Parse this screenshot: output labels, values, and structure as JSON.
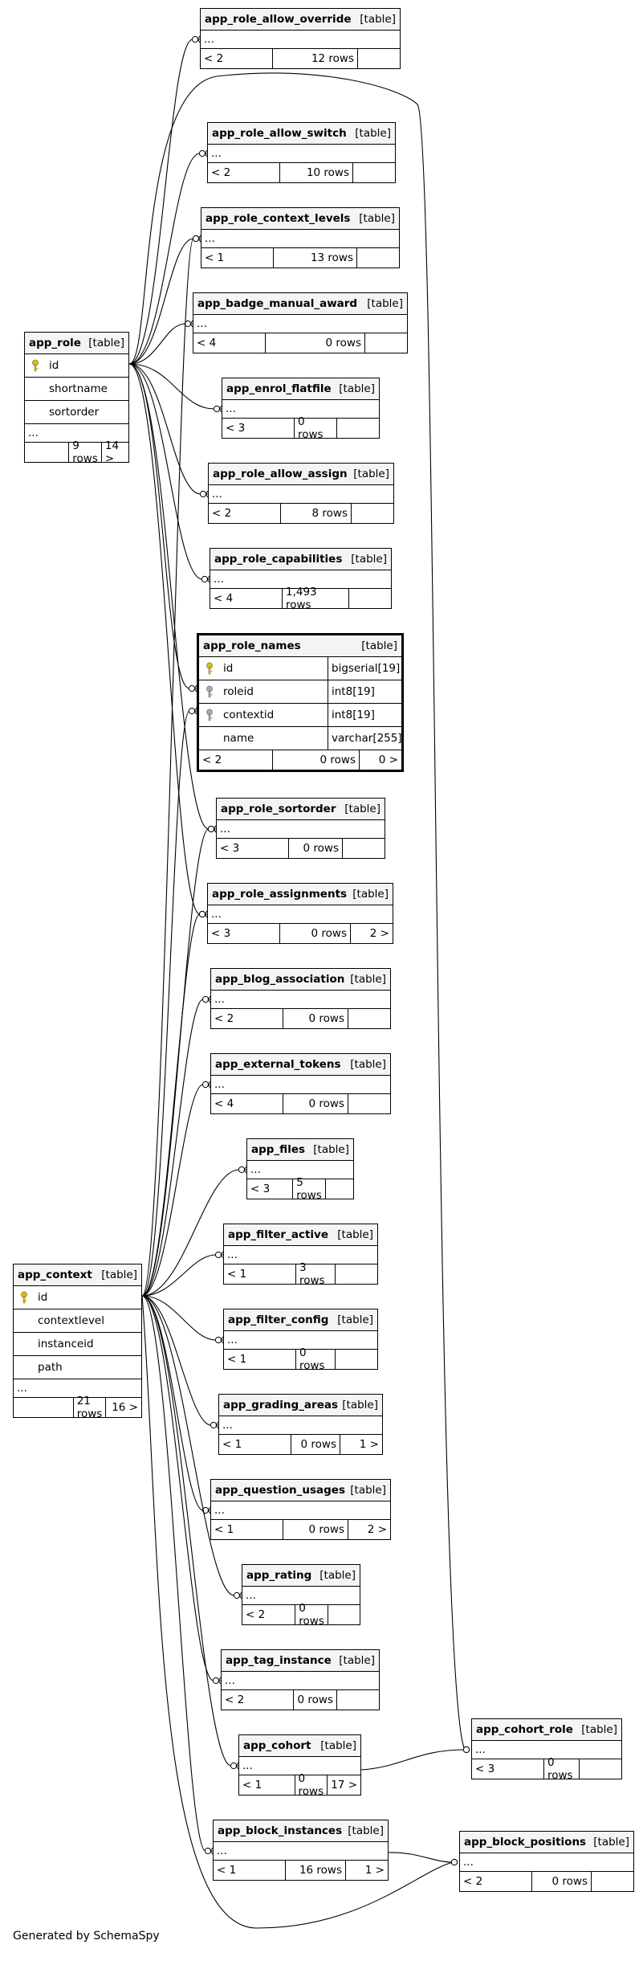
{
  "diagram": {
    "credit": "Generated by SchemaSpy",
    "focus_table": {
      "name": "app_role_names",
      "kind": "[table]",
      "columns": [
        {
          "name": "id",
          "type": "bigserial[19]",
          "key": "primary"
        },
        {
          "name": "roleid",
          "type": "int8[19]",
          "key": "foreign"
        },
        {
          "name": "contextid",
          "type": "int8[19]",
          "key": "foreign"
        },
        {
          "name": "name",
          "type": "varchar[255]",
          "key": ""
        }
      ],
      "parents": "< 2",
      "rows": "0 rows",
      "children": "0 >"
    },
    "parent_tables": [
      {
        "name": "app_role",
        "kind": "[table]",
        "columns": [
          {
            "name": "id",
            "key": "primary"
          },
          {
            "name": "shortname",
            "key": ""
          },
          {
            "name": "sortorder",
            "key": ""
          }
        ],
        "more": "...",
        "parents": "",
        "rows": "9 rows",
        "children": "14 >"
      },
      {
        "name": "app_context",
        "kind": "[table]",
        "columns": [
          {
            "name": "id",
            "key": "primary"
          },
          {
            "name": "contextlevel",
            "key": ""
          },
          {
            "name": "instanceid",
            "key": ""
          },
          {
            "name": "path",
            "key": ""
          }
        ],
        "more": "...",
        "parents": "",
        "rows": "21 rows",
        "children": "16 >"
      }
    ],
    "related_tables": [
      {
        "name": "app_role_allow_override",
        "kind": "[table]",
        "more": "...",
        "parents": "< 2",
        "rows": "12 rows",
        "children": ""
      },
      {
        "name": "app_role_allow_switch",
        "kind": "[table]",
        "more": "...",
        "parents": "< 2",
        "rows": "10 rows",
        "children": ""
      },
      {
        "name": "app_role_context_levels",
        "kind": "[table]",
        "more": "...",
        "parents": "< 1",
        "rows": "13 rows",
        "children": ""
      },
      {
        "name": "app_badge_manual_award",
        "kind": "[table]",
        "more": "...",
        "parents": "< 4",
        "rows": "0 rows",
        "children": ""
      },
      {
        "name": "app_enrol_flatfile",
        "kind": "[table]",
        "more": "...",
        "parents": "< 3",
        "rows": "0 rows",
        "children": ""
      },
      {
        "name": "app_role_allow_assign",
        "kind": "[table]",
        "more": "...",
        "parents": "< 2",
        "rows": "8 rows",
        "children": ""
      },
      {
        "name": "app_role_capabilities",
        "kind": "[table]",
        "more": "...",
        "parents": "< 4",
        "rows": "1,493 rows",
        "children": ""
      },
      {
        "name": "app_role_sortorder",
        "kind": "[table]",
        "more": "...",
        "parents": "< 3",
        "rows": "0 rows",
        "children": ""
      },
      {
        "name": "app_role_assignments",
        "kind": "[table]",
        "more": "...",
        "parents": "< 3",
        "rows": "0 rows",
        "children": "2 >"
      },
      {
        "name": "app_blog_association",
        "kind": "[table]",
        "more": "...",
        "parents": "< 2",
        "rows": "0 rows",
        "children": ""
      },
      {
        "name": "app_external_tokens",
        "kind": "[table]",
        "more": "...",
        "parents": "< 4",
        "rows": "0 rows",
        "children": ""
      },
      {
        "name": "app_files",
        "kind": "[table]",
        "more": "...",
        "parents": "< 3",
        "rows": "5 rows",
        "children": ""
      },
      {
        "name": "app_filter_active",
        "kind": "[table]",
        "more": "...",
        "parents": "< 1",
        "rows": "3 rows",
        "children": ""
      },
      {
        "name": "app_filter_config",
        "kind": "[table]",
        "more": "...",
        "parents": "< 1",
        "rows": "0 rows",
        "children": ""
      },
      {
        "name": "app_grading_areas",
        "kind": "[table]",
        "more": "...",
        "parents": "< 1",
        "rows": "0 rows",
        "children": "1 >"
      },
      {
        "name": "app_question_usages",
        "kind": "[table]",
        "more": "...",
        "parents": "< 1",
        "rows": "0 rows",
        "children": "2 >"
      },
      {
        "name": "app_rating",
        "kind": "[table]",
        "more": "...",
        "parents": "< 2",
        "rows": "0 rows",
        "children": ""
      },
      {
        "name": "app_tag_instance",
        "kind": "[table]",
        "more": "...",
        "parents": "< 2",
        "rows": "0 rows",
        "children": ""
      },
      {
        "name": "app_cohort",
        "kind": "[table]",
        "more": "...",
        "parents": "< 1",
        "rows": "0 rows",
        "children": "17 >"
      },
      {
        "name": "app_block_instances",
        "kind": "[table]",
        "more": "...",
        "parents": "< 1",
        "rows": "16 rows",
        "children": "1 >"
      },
      {
        "name": "app_cohort_role",
        "kind": "[table]",
        "more": "...",
        "parents": "< 3",
        "rows": "0 rows",
        "children": ""
      },
      {
        "name": "app_block_positions",
        "kind": "[table]",
        "more": "...",
        "parents": "< 2",
        "rows": "0 rows",
        "children": ""
      }
    ]
  }
}
